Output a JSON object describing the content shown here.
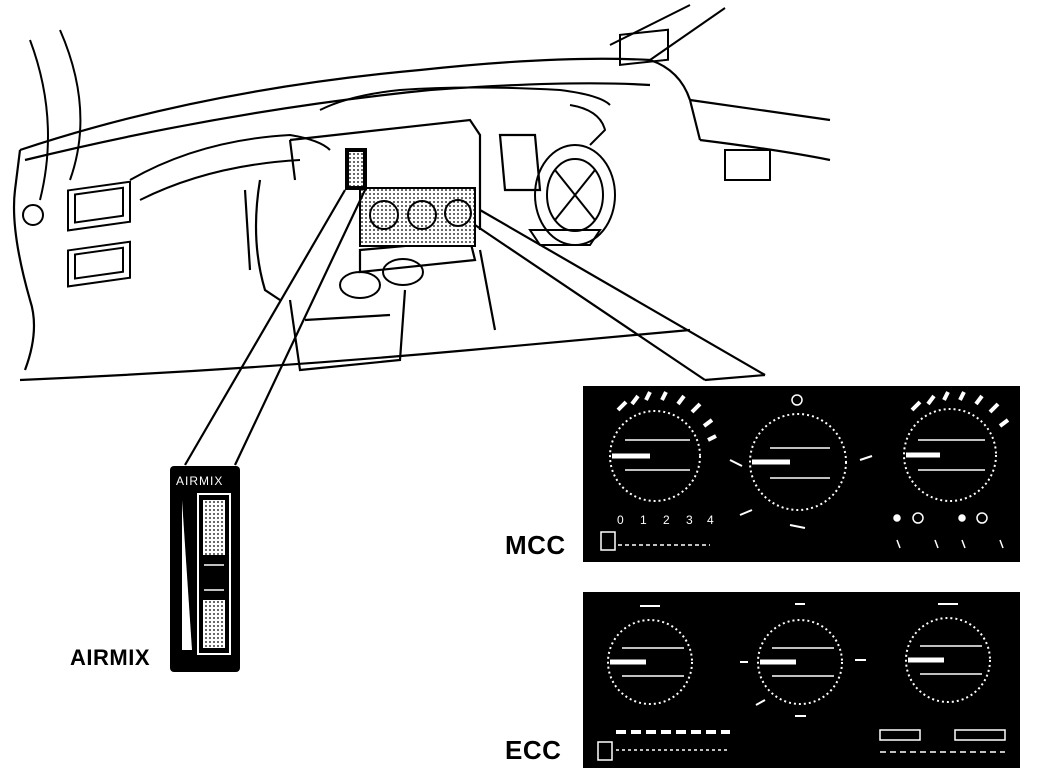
{
  "captions": {
    "airmix": "AIRMIX",
    "mcc": "MCC",
    "ecc": "ECC"
  },
  "airmix_panel": {
    "title": "AIRMIX"
  },
  "mcc_panel": {
    "fan_scale": [
      "0",
      "1",
      "2",
      "3",
      "4"
    ]
  },
  "colors": {
    "line": "#000000",
    "background": "#ffffff",
    "panel": "#000000",
    "panel_marks": "#ffffff"
  }
}
